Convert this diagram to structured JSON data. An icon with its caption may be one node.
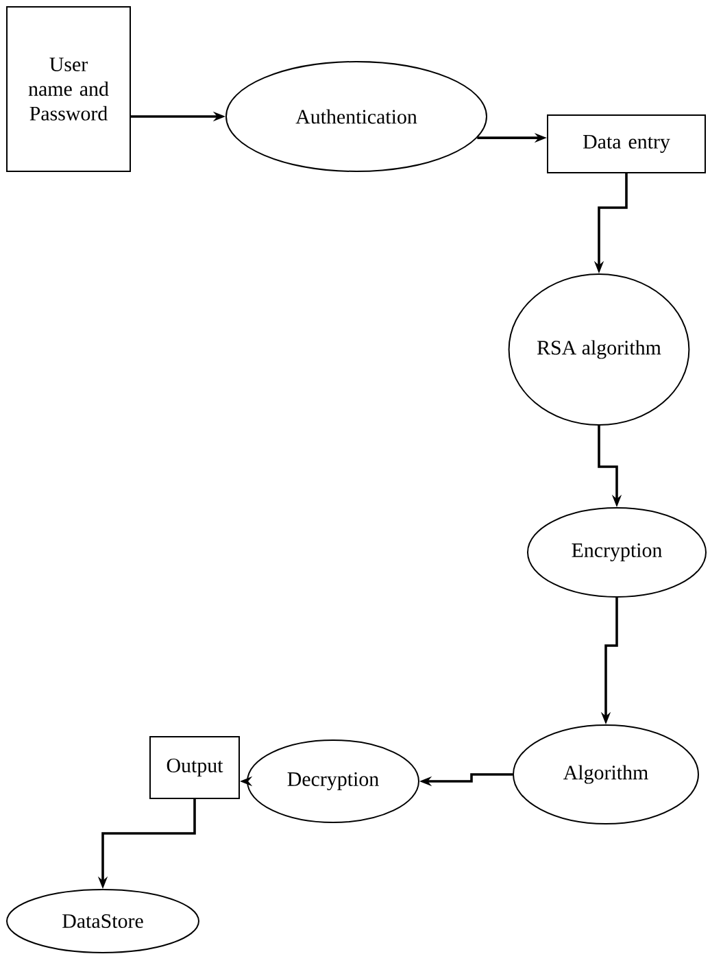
{
  "diagram": {
    "nodes": [
      {
        "text": [
          "User name and Password"
        ]
      },
      {
        "text": [
          "Authentication"
        ]
      },
      {
        "text": [
          "Data entry"
        ]
      },
      {
        "text": [
          "RSA algorithm"
        ]
      },
      {
        "text": [
          "Encryption"
        ]
      },
      {
        "text": [
          "Algorithm"
        ]
      },
      {
        "text": [
          "Decryption"
        ]
      },
      {
        "text": [
          "Output"
        ]
      },
      {
        "text": [
          "DataStore"
        ]
      }
    ],
    "edges": [
      {
        "from": 0,
        "to": 1,
        "arrow": "to"
      },
      {
        "from": 1,
        "to": 2,
        "arrow": "to"
      },
      {
        "from": 2,
        "to": 3,
        "arrow": "to"
      },
      {
        "from": 3,
        "to": 4,
        "arrow": "to"
      },
      {
        "from": 4,
        "to": 5,
        "arrow": "to"
      },
      {
        "from": 5,
        "to": 6,
        "arrow": "to"
      },
      {
        "from": 6,
        "to": 7,
        "arrow": "to"
      },
      {
        "from": 7,
        "to": 8,
        "arrow": "to"
      }
    ]
  }
}
